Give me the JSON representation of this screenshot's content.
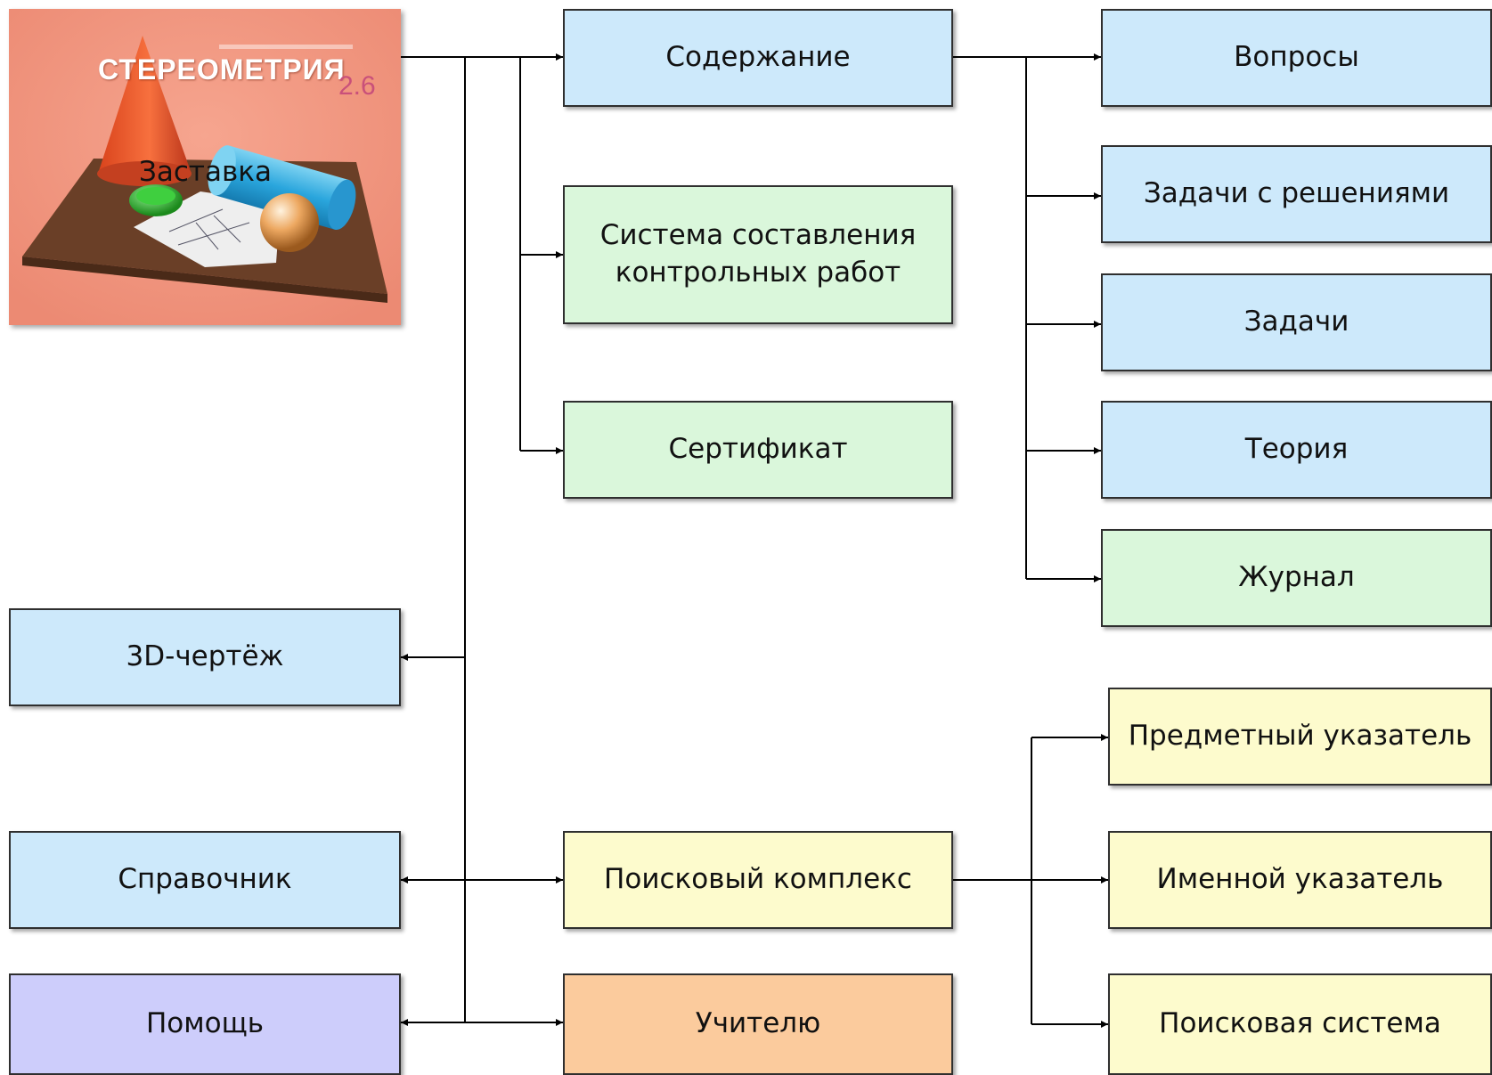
{
  "splash": {
    "title": "СТЕРЕОМЕТРИЯ",
    "version": "2.6",
    "caption": "Заставка"
  },
  "colors": {
    "blue": "#cde9fb",
    "green": "#daf7db",
    "yellow": "#fdfbcd",
    "violet": "#cdcdfb",
    "orange": "#fbcb9d",
    "line": "#000000"
  },
  "nodes": {
    "soderzhanie": "Содержание",
    "sistema": "Система составления\nконтрольных работ",
    "sertifikat": "Сертификат",
    "voprosy": "Вопросы",
    "zadachi_resh": "Задачи с решениями",
    "zadachi": "Задачи",
    "teoriya": "Теория",
    "zhurnal": "Журнал",
    "chertezh": "3D-чертёж",
    "spravochnik": "Справочник",
    "pomosh": "Помощь",
    "poiskovyi": "Поисковый комплекс",
    "uchitelyu": "Учителю",
    "predmetnyi": "Предметный указатель",
    "imennoi": "Именной указатель",
    "poiskovaya": "Поисковая система"
  }
}
